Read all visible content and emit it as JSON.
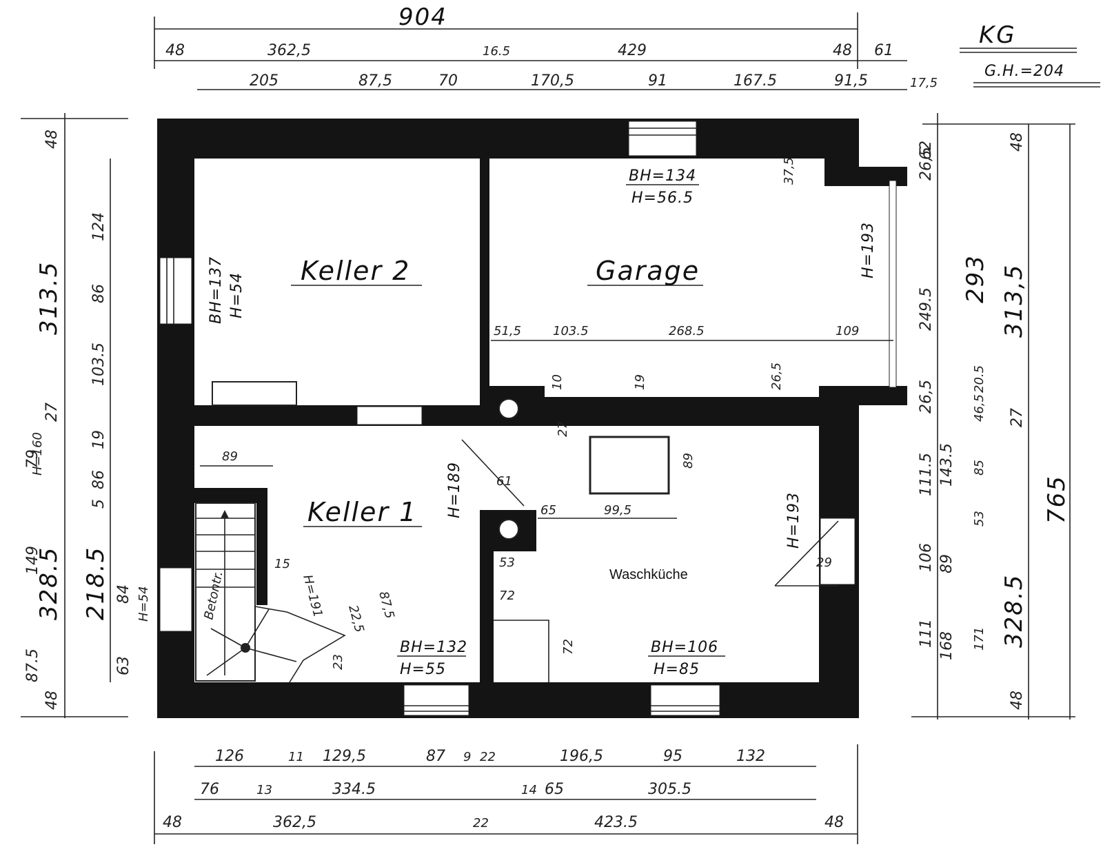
{
  "plan": {
    "title": "KG",
    "floor_height": "G.H.=204",
    "rooms": {
      "keller2": "Keller 2",
      "garage": "Garage",
      "keller1": "Keller 1",
      "waschkueche": "Waschküche",
      "stair_label": "Betontr."
    },
    "openings": {
      "garage_window_bh": "BH=134",
      "garage_window_h": "H=56.5",
      "keller2_window_bh": "BH=137",
      "keller2_window_h": "H=54",
      "garage_door_h": "H=193",
      "keller1_door_h": "H=189",
      "wk_door_h": "H=193",
      "keller1_window_bh": "BH=132",
      "keller1_window_h": "H=55",
      "wk_window_bh": "BH=106",
      "wk_window_h": "H=85",
      "left_window_h": "H=54",
      "left_h160": "H=160",
      "stair_h": "H=191"
    },
    "dims_top": {
      "overall": "904",
      "row1": [
        "48",
        "362,5",
        "16.5",
        "429",
        "48",
        "61",
        "17,5"
      ],
      "row2": [
        "205",
        "87,5",
        "70",
        "170,5",
        "91",
        "167.5",
        "91,5"
      ]
    },
    "dims_interior": [
      "51,5",
      "103.5",
      "268.5",
      "109",
      "37,5",
      "10",
      "19",
      "26,5",
      "27",
      "89",
      "61",
      "65",
      "99,5",
      "53",
      "72",
      "72",
      "89",
      "15",
      "22,5",
      "87,5",
      "23",
      "29"
    ],
    "dims_bottom": {
      "row1": [
        "126",
        "11",
        "129,5",
        "87",
        "9",
        "22",
        "196,5",
        "95",
        "132"
      ],
      "row2": [
        "76",
        "13",
        "334.5",
        "14",
        "65",
        "305.5"
      ],
      "row3": [
        "48",
        "362,5",
        "22",
        "423.5",
        "48"
      ]
    },
    "dims_left": {
      "outer": [
        "48",
        "313.5",
        "27",
        "328.5",
        "48"
      ],
      "inner": [
        "124",
        "86",
        "103.5",
        "19",
        "86",
        "5",
        "218.5",
        "63"
      ],
      "extra": [
        "79",
        "149",
        "87.5",
        "84"
      ]
    },
    "dims_right": {
      "outer": "765",
      "col1": [
        "62",
        "26,5",
        "249.5",
        "26,5",
        "111.5",
        "106",
        "111"
      ],
      "col2": [
        "143.5",
        "89",
        "168"
      ],
      "col3": [
        "20.5",
        "46,5",
        "85",
        "53",
        "171"
      ],
      "col4": [
        "48",
        "293",
        "313,5",
        "27",
        "328.5",
        "48"
      ]
    }
  }
}
